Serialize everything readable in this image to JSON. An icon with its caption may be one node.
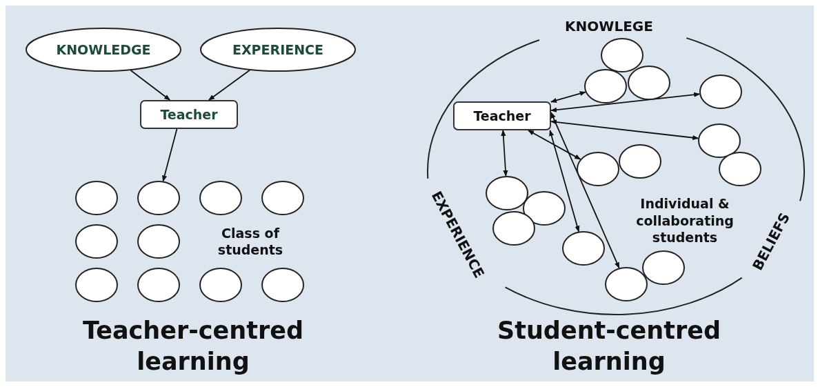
{
  "diagram": {
    "nodes": [
      {
        "text": [
          "KNOWLEDGE"
        ]
      },
      {
        "text": [
          "EXPERIENCE"
        ]
      },
      {
        "text": [
          "Teacher"
        ]
      },
      {
        "text": [],
        "shape": "circle"
      },
      {
        "text": [],
        "shape": "circle"
      },
      {
        "text": [],
        "shape": "circle"
      },
      {
        "text": [],
        "shape": "circle"
      },
      {
        "text": [],
        "shape": "circle"
      },
      {
        "text": [],
        "shape": "circle"
      },
      {
        "text": [],
        "shape": "circle"
      },
      {
        "text": [],
        "shape": "circle"
      },
      {
        "text": [],
        "shape": "circle"
      },
      {
        "text": [],
        "shape": "circle"
      },
      {
        "text": [
          "Teacher"
        ]
      },
      {
        "text": [],
        "shape": "circle"
      },
      {
        "text": [],
        "shape": "circle"
      },
      {
        "text": [],
        "shape": "circle"
      },
      {
        "text": [],
        "shape": "circle"
      },
      {
        "text": [],
        "shape": "circle"
      },
      {
        "text": [],
        "shape": "circle"
      },
      {
        "text": [],
        "shape": "circle"
      },
      {
        "text": [],
        "shape": "circle"
      },
      {
        "text": [],
        "shape": "circle"
      },
      {
        "text": [],
        "shape": "circle"
      },
      {
        "text": [],
        "shape": "circle"
      },
      {
        "text": [],
        "shape": "circle"
      },
      {
        "text": [],
        "shape": "circle"
      },
      {
        "text": [],
        "shape": "circle"
      }
    ],
    "edges": [
      {
        "from": 0,
        "to": 2,
        "arrow": "to"
      },
      {
        "from": 1,
        "to": 2,
        "arrow": "to"
      },
      {
        "from": 2,
        "to": 4,
        "arrow": "to"
      },
      {
        "from": 13,
        "to": 16,
        "arrow": "both"
      },
      {
        "from": 13,
        "to": 17,
        "arrow": "both"
      },
      {
        "from": 13,
        "to": 18,
        "arrow": "both"
      },
      {
        "from": 13,
        "to": 20,
        "arrow": "both"
      },
      {
        "from": 13,
        "to": 22,
        "arrow": "both"
      },
      {
        "from": 13,
        "to": 25,
        "arrow": "both"
      },
      {
        "from": 13,
        "to": 27,
        "arrow": "both"
      }
    ],
    "labels": [
      "KNOWLEGE",
      "Class of students",
      "EXPERIENCE",
      "Individual & collaborating students",
      "BELIEFS",
      "Teacher-centred learning",
      "Student-centred learning"
    ]
  }
}
